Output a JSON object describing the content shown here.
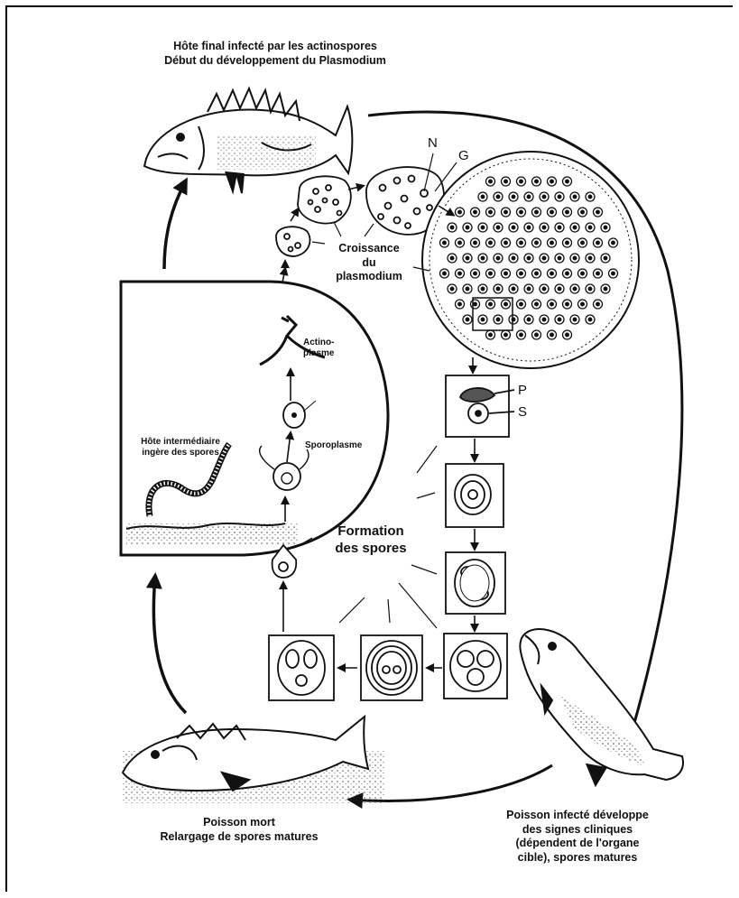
{
  "labels": {
    "final_host_line1": "Hôte final infecté par les actinospores",
    "final_host_line2": "Début du développement du Plasmodium",
    "growth_line1": "Croissance",
    "growth_line2": "du",
    "growth_line3": "plasmodium",
    "intermediate_line1": "Hôte intermédiaire",
    "intermediate_line2": "ingère des spores",
    "actino_line1": "Actino-",
    "actino_line2": "plasme",
    "sporoplasm": "Sporoplasme",
    "spore_formation_line1": "Formation",
    "spore_formation_line2": "des spores",
    "dead_fish_line1": "Poisson mort",
    "dead_fish_line2": "Relargage de spores matures",
    "infected_line1": "Poisson infecté développe",
    "infected_line2": "des signes cliniques",
    "infected_line3": "(dépendent de l'organe",
    "infected_line4": "cible), spores matures"
  },
  "letters": {
    "n": "N",
    "g": "G",
    "p": "P",
    "s": "S"
  },
  "colors": {
    "ink": "#111111",
    "background": "#ffffff"
  }
}
